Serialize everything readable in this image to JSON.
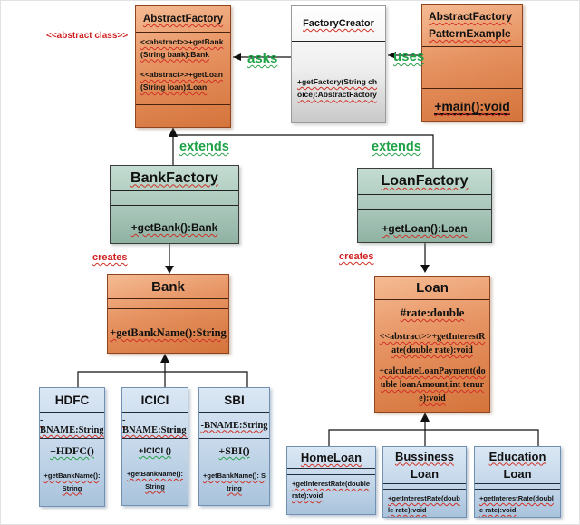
{
  "labels": {
    "abstract_class_note": "<<abstract class>>",
    "asks": "asks",
    "uses": "uses",
    "extends_left": "extends",
    "extends_right": "extends",
    "creates_left": "creates",
    "creates_right": "creates"
  },
  "colors": {
    "orange_class_fill": "#e69261",
    "green_class_fill": "#a9c7ba",
    "blue_class_fill": "#c3d6e9",
    "gray_class_fill": "#eeeeee",
    "relation_label_green": "#1ca244",
    "note_label_red": "#cf1f1f"
  },
  "classes": {
    "abstract_factory": {
      "title": "AbstractFactory",
      "methods": [
        "<<abstract>>+getBank(String bank):Bank",
        "<<abstract>>+getLoan(String loan):Loan"
      ]
    },
    "factory_creator": {
      "title": "FactoryCreator",
      "methods": [
        "+getFactory(String choice):AbstractFactory"
      ]
    },
    "pattern_example": {
      "title_line1": "AbstractFactory",
      "title_line2": "PatternExample",
      "methods": [
        "+main():void"
      ]
    },
    "bank_factory": {
      "title": "BankFactory",
      "methods": [
        "+getBank():Bank"
      ]
    },
    "loan_factory": {
      "title": "LoanFactory",
      "methods": [
        "+getLoan():Loan"
      ]
    },
    "bank": {
      "title": "Bank",
      "methods": [
        "+getBankName():String"
      ]
    },
    "loan": {
      "title": "Loan",
      "attributes": [
        "#rate:double"
      ],
      "methods": [
        "<<abstract>>+getInterestRate(double rate):void",
        "+calculateLoanPayment(double loanAmount,int tenure):void"
      ]
    },
    "hdfc": {
      "title": "HDFC",
      "attributes": [
        "-BNAME:String"
      ],
      "methods": [
        "+HDFC()",
        "+getBankName(): String"
      ]
    },
    "icici": {
      "title": "ICICI",
      "attributes": [
        "-BNAME:String"
      ],
      "methods": [
        "+ICICI ()",
        "+getBankName(): String"
      ]
    },
    "sbi": {
      "title": "SBI",
      "attributes": [
        "-BNAME:String"
      ],
      "methods": [
        "+SBI()",
        "+getBankName(): String"
      ]
    },
    "home_loan": {
      "title": "HomeLoan",
      "methods": [
        "+getInterestRate(double rate):void"
      ]
    },
    "bussiness_loan": {
      "title_line1": "Bussiness",
      "title_line2": "Loan",
      "methods": [
        "+getInterestRate(double rate):void"
      ]
    },
    "education_loan": {
      "title_line1": "Education",
      "title_line2": "Loan",
      "methods": [
        "+getInterestRate(double rate):void"
      ]
    }
  }
}
